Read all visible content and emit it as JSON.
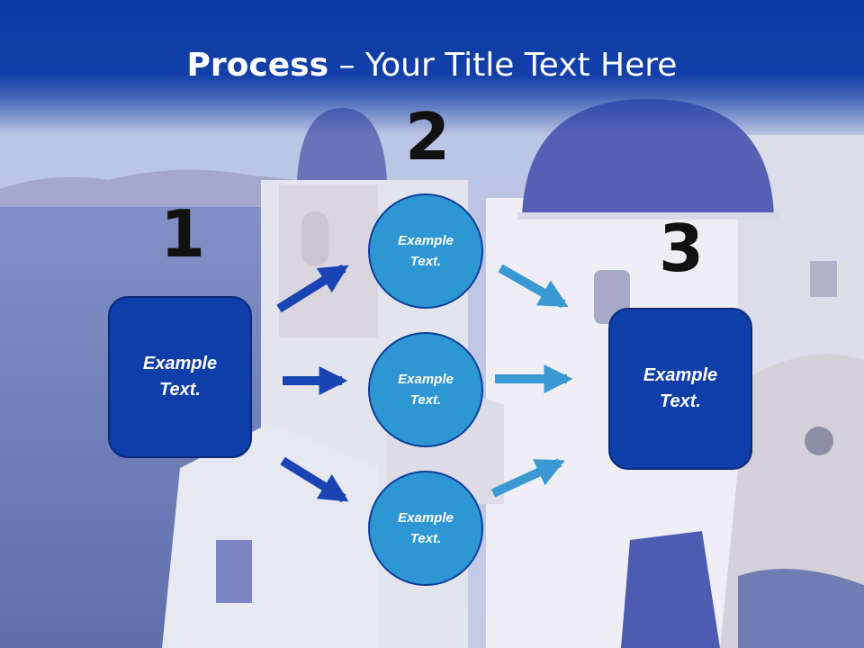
{
  "title": {
    "bold": "Process",
    "rest": " – Your Title Text Here"
  },
  "steps": {
    "one": "1",
    "two": "2",
    "three": "3"
  },
  "left_box": {
    "text": "Example\nText."
  },
  "right_box": {
    "text": "Example\nText."
  },
  "circles": [
    {
      "text": "Example\nText."
    },
    {
      "text": "Example\nText."
    },
    {
      "text": "Example\nText."
    }
  ],
  "colors": {
    "header": "#0c3aa4",
    "box": "#0e3eaa",
    "circle": "#2e96d2",
    "arrow_dark": "#1a43b4",
    "arrow_light": "#3a98d2"
  }
}
